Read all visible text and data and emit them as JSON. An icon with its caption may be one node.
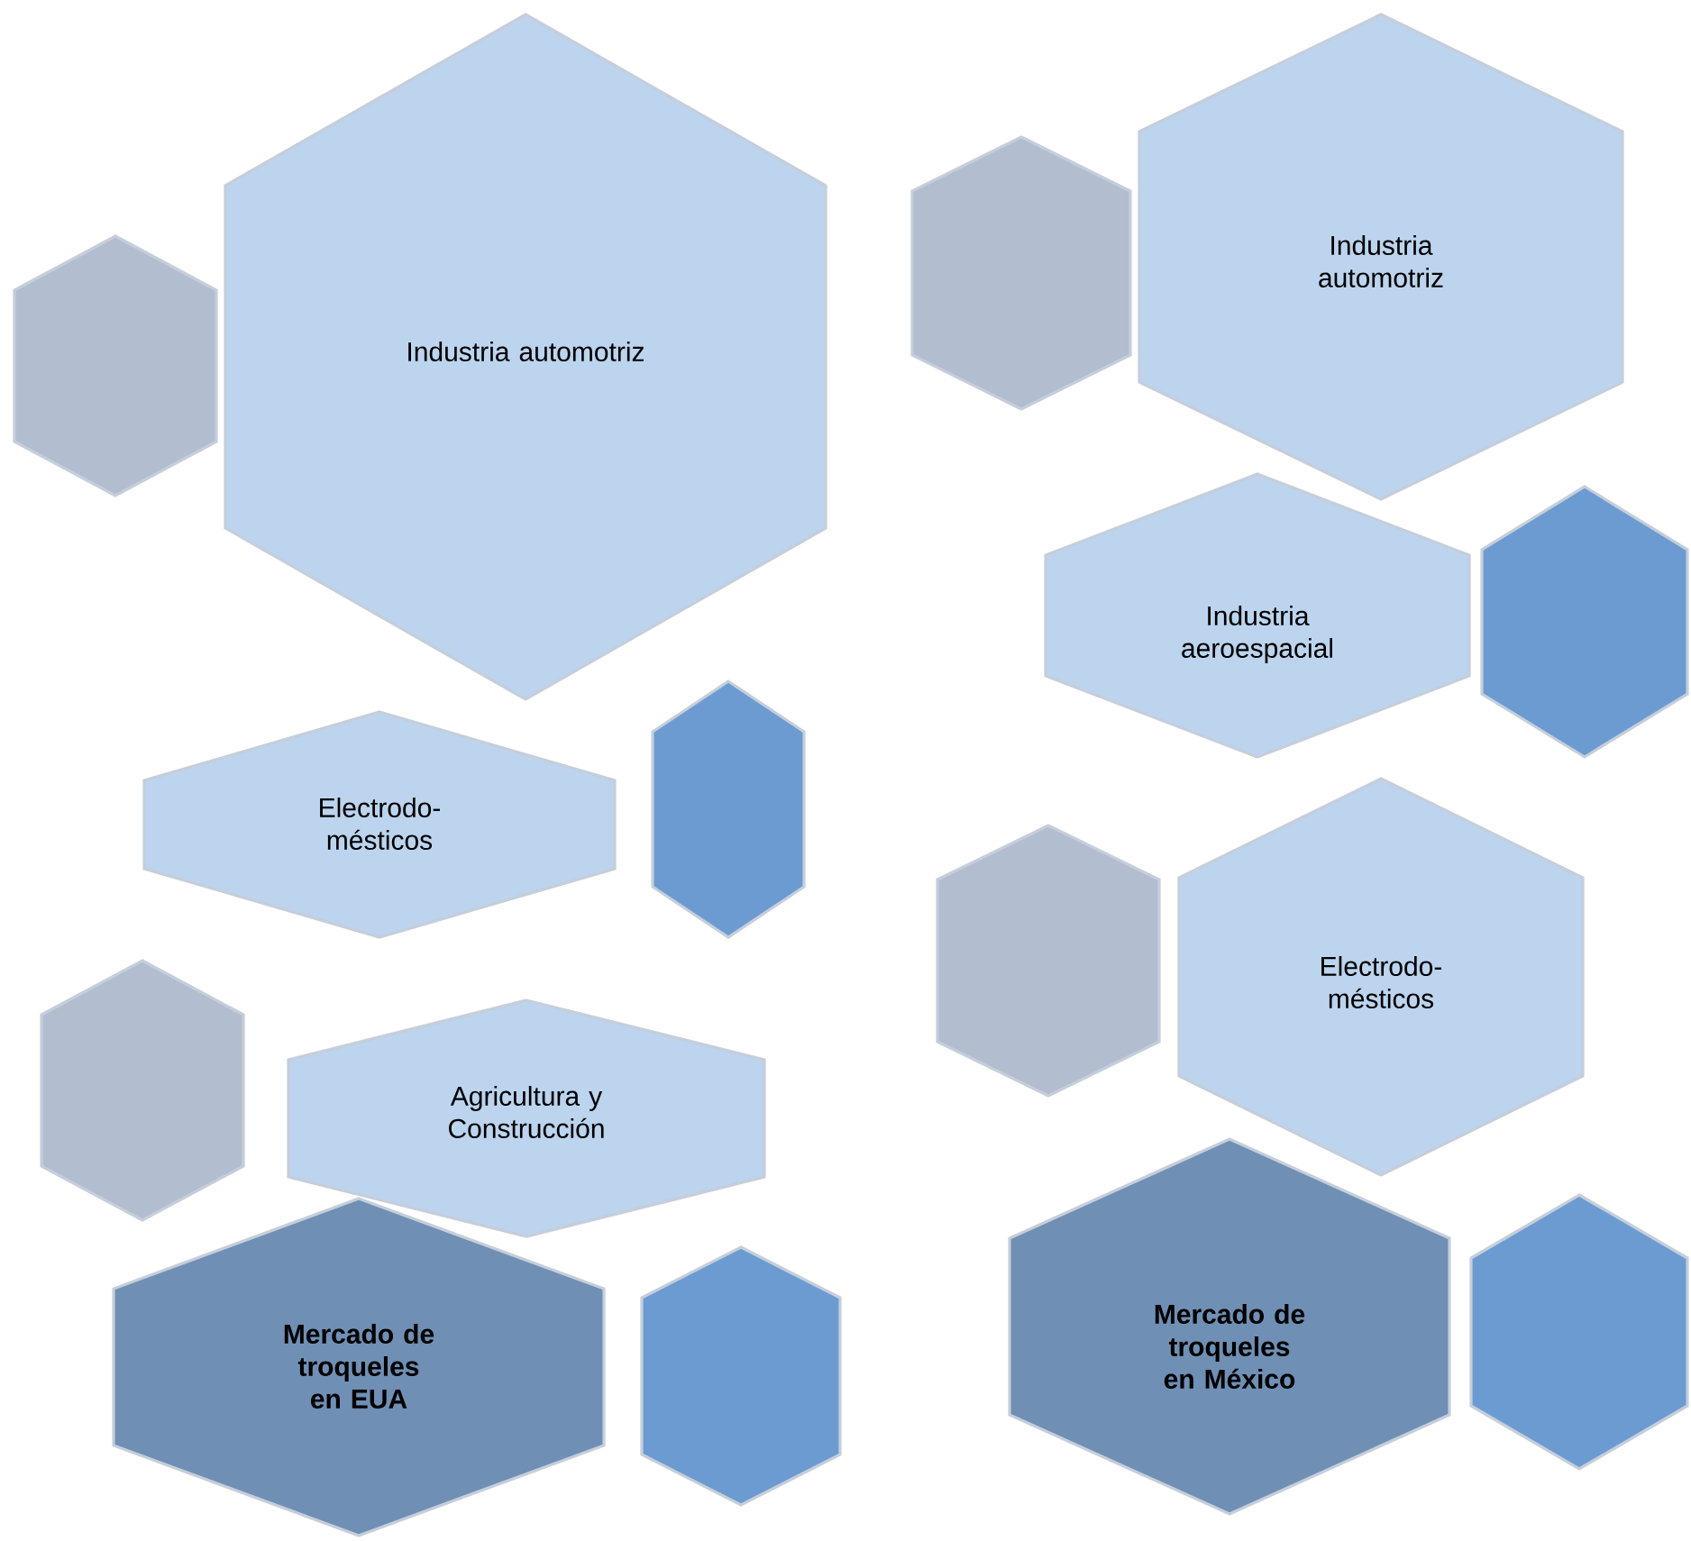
{
  "diagram": {
    "nodes": [
      {
        "text": [],
        "shape": "hexagon"
      },
      {
        "text": [
          "Industria automotriz"
        ]
      },
      {
        "text": [
          "Electrodo- mésticos"
        ]
      },
      {
        "text": [],
        "shape": "hexagon"
      },
      {
        "text": [],
        "shape": "hexagon"
      },
      {
        "text": [
          "Agricultura y Construcción"
        ]
      },
      {
        "text": [
          "Mercado de troqueles en EUA"
        ]
      },
      {
        "text": [],
        "shape": "hexagon"
      },
      {
        "text": [],
        "shape": "hexagon"
      },
      {
        "text": [
          "Industria automotriz"
        ]
      },
      {
        "text": [
          "Industria aeroespacial"
        ]
      },
      {
        "text": [],
        "shape": "hexagon"
      },
      {
        "text": [],
        "shape": "hexagon"
      },
      {
        "text": [
          "Electrodo- mésticos"
        ]
      },
      {
        "text": [
          "Mercado de troqueles en México"
        ]
      },
      {
        "text": [],
        "shape": "hexagon"
      }
    ]
  }
}
